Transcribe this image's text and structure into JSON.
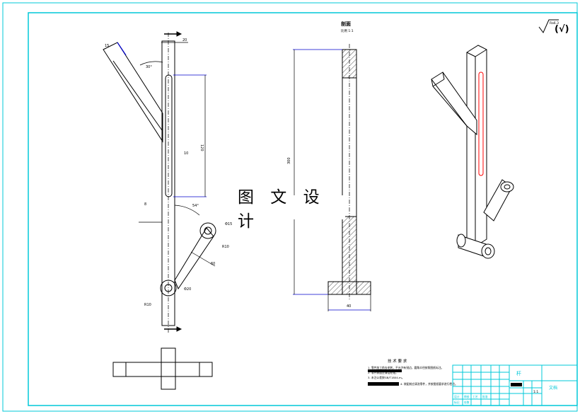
{
  "drawing": {
    "section_title": "剖面",
    "section_scale": "比例 1:1",
    "roughness_symbol": "√",
    "roughness_value": "Ra6.3",
    "roughness_check": "(√)",
    "watermark": "图 文 设 计",
    "notes_title": "技 术 要 求",
    "notes": [
      "1. 零件加工前去毛刺，不允许有锐边，圆角半径按照图纸标注。",
      "2. 零件表面应清洁处理。",
      "3. 未注公差按GB/T1804-m。",
      "4. 装配前应清洗零件，并按图纸要求进行检验。"
    ],
    "dimensions": {
      "top_width": "20",
      "slot_length": "120",
      "slot_width": "10",
      "left_angle": "30°",
      "arm_top": "15",
      "right_angle": "54°",
      "ring_dia": "Φ15",
      "ring_rad": "R10",
      "arm_len": "60",
      "base_dia": "Φ20",
      "base_rad": "R10",
      "section_height": "300",
      "base_width": "40",
      "small_dim": "8"
    },
    "title_block": {
      "part_no": "杆",
      "material": "文档",
      "scale": "1:1",
      "labels": [
        "设计",
        "审核",
        "工艺",
        "批准",
        "标记",
        "处数"
      ]
    },
    "colors": {
      "frame": "#00c8d8",
      "line": "#000000",
      "dim": "#0000cc",
      "highlight": "#ff0000"
    }
  }
}
